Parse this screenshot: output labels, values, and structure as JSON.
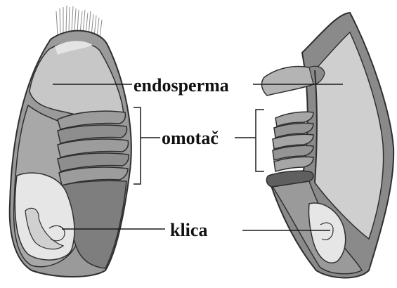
{
  "labels": {
    "endosperm": "endosperma",
    "coat": "omotač",
    "germ": "klica"
  },
  "colors": {
    "outline": "#2f2f2f",
    "endosperm_fill": "#c7c7c7",
    "endosperm_light": "#d8d8d8",
    "coat_fill": "#8f8f8f",
    "coat_dark": "#5f5f5f",
    "germ_fill": "#e6e6e6",
    "leader_line": "#1a1a1a"
  }
}
